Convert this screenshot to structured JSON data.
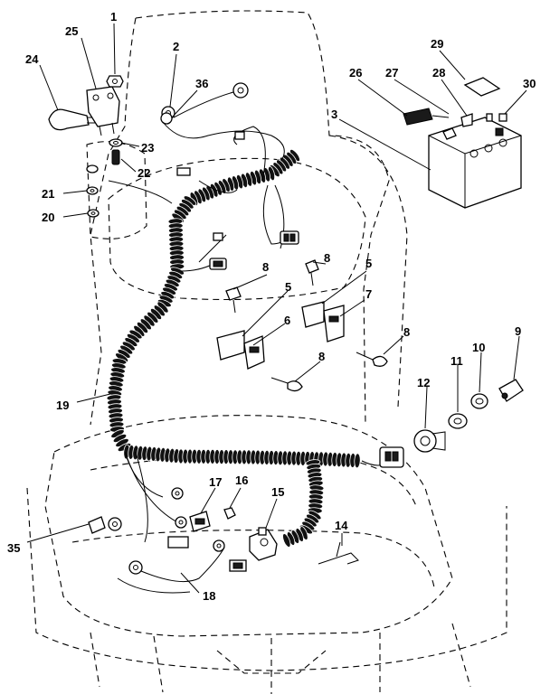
{
  "callouts": {
    "c1": "1",
    "c2": "2",
    "c3": "3",
    "c5a": "5",
    "c5b": "5",
    "c6": "6",
    "c7": "7",
    "c8a": "8",
    "c8b": "8",
    "c8c": "8",
    "c8d": "8",
    "c9": "9",
    "c10": "10",
    "c11": "11",
    "c12": "12",
    "c14": "14",
    "c15": "15",
    "c16": "16",
    "c17": "17",
    "c18": "18",
    "c19": "19",
    "c20": "20",
    "c21": "21",
    "c22": "22",
    "c23": "23",
    "c24": "24",
    "c25": "25",
    "c26": "26",
    "c27": "27",
    "c28": "28",
    "c29": "29",
    "c30": "30",
    "c35": "35",
    "c36": "36"
  }
}
